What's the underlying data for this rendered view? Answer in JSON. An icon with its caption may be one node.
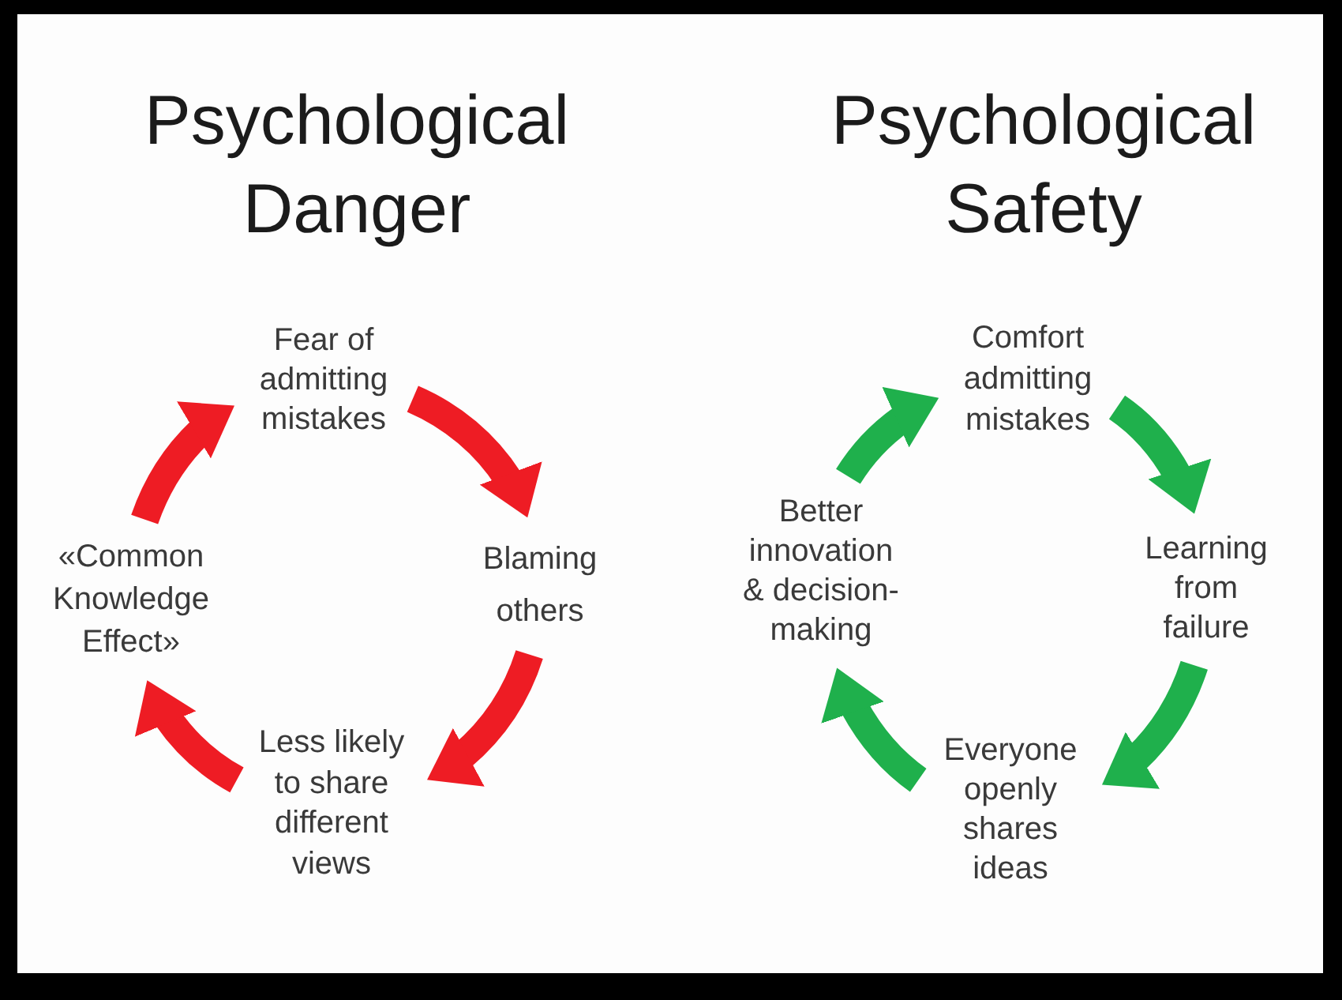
{
  "diagram": {
    "nodes": [
      {
        "text": [
          "Fear of admitting mistakes"
        ]
      },
      {
        "text": [
          "Blaming others"
        ]
      },
      {
        "text": [
          "Less likely to share different views"
        ]
      },
      {
        "text": [
          "«Common Knowledge Effect»"
        ]
      },
      {
        "text": [
          "Comfort admitting mistakes"
        ]
      },
      {
        "text": [
          "Learning from failure"
        ]
      },
      {
        "text": [
          "Everyone openly shares ideas"
        ]
      },
      {
        "text": [
          "Better innovation & decision-making"
        ]
      }
    ],
    "edges": [
      {
        "from": 0,
        "to": 1,
        "arrow": "to",
        "color": "#ee1c24"
      },
      {
        "from": 1,
        "to": 2,
        "arrow": "to",
        "color": "#ee1c24"
      },
      {
        "from": 2,
        "to": 3,
        "arrow": "to",
        "color": "#ee1c24"
      },
      {
        "from": 3,
        "to": 0,
        "arrow": "to",
        "color": "#ee1c24"
      },
      {
        "from": 4,
        "to": 5,
        "arrow": "to",
        "color": "#1fb04c"
      },
      {
        "from": 5,
        "to": 6,
        "arrow": "to",
        "color": "#1fb04c"
      },
      {
        "from": 6,
        "to": 7,
        "arrow": "to",
        "color": "#1fb04c"
      },
      {
        "from": 7,
        "to": 4,
        "arrow": "to",
        "color": "#1fb04c"
      }
    ],
    "labels": [
      "Psychological Danger",
      "Psychological Safety"
    ]
  }
}
